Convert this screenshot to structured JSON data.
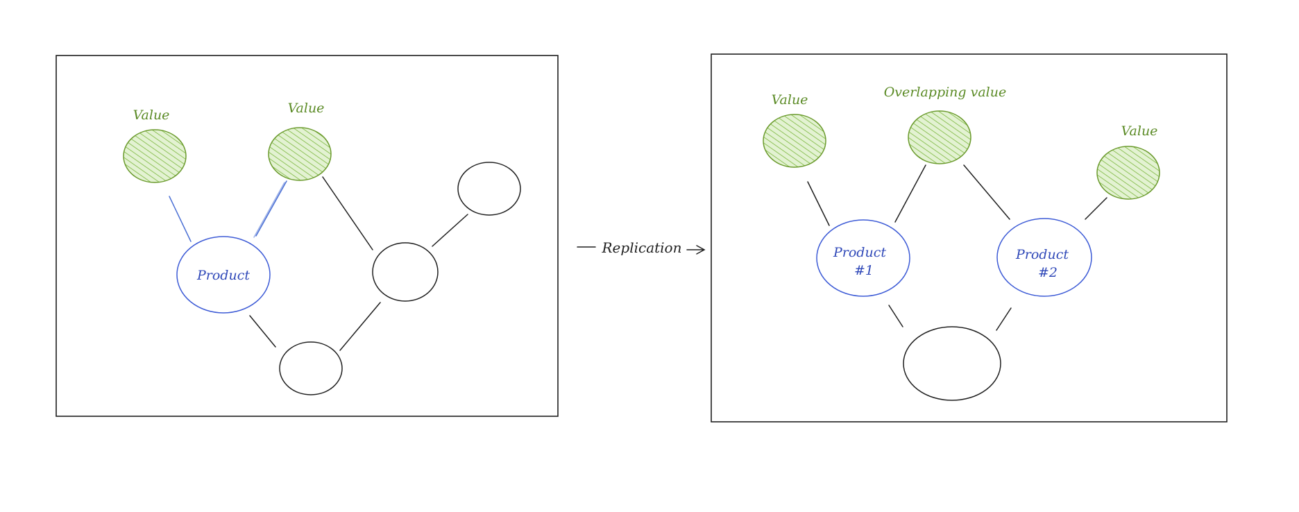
{
  "colors": {
    "ink": "#1e1e1e",
    "product_stroke": "#3d5bd6",
    "product_text": "#2f48b8",
    "value_stroke": "#6a9a2c",
    "value_fill": "#c9e6a8",
    "value_text": "#5a8a24"
  },
  "left_panel": {
    "value_a": "Value",
    "value_b": "Value",
    "product": "Product"
  },
  "arrow": {
    "label": "Replication"
  },
  "right_panel": {
    "value_a": "Value",
    "value_overlap": "Overlapping value",
    "value_c": "Value",
    "product_1_line1": "Product",
    "product_1_line2": "#1",
    "product_2_line1": "Product",
    "product_2_line2": "#2"
  }
}
